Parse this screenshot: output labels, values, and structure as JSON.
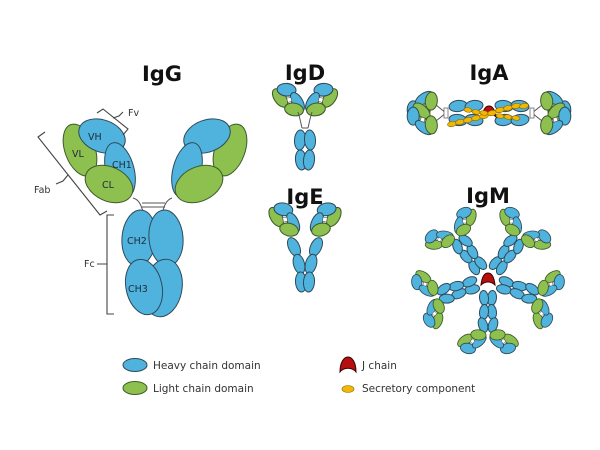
{
  "diagram": {
    "colors": {
      "heavy_chain": "#4fb3de",
      "light_chain": "#8dc04f",
      "j_chain": "#b50f0f",
      "secretory_component": "#f2b705"
    },
    "molecules": {
      "igg": {
        "title": "IgG",
        "domains": {
          "vh": "VH",
          "vl": "VL",
          "ch1": "CH1",
          "cl": "CL",
          "ch2": "CH2",
          "ch3": "CH3"
        },
        "brackets": {
          "fv": "Fv",
          "fab": "Fab",
          "fc": "Fc"
        }
      },
      "igd": {
        "title": "IgD"
      },
      "ige": {
        "title": "IgE"
      },
      "iga": {
        "title": "IgA"
      },
      "igm": {
        "title": "IgM"
      }
    },
    "legend": [
      {
        "symbol": "heavy-chain-swatch",
        "label": "Heavy chain domain"
      },
      {
        "symbol": "light-chain-swatch",
        "label": "Light chain domain"
      },
      {
        "symbol": "j-chain-swatch",
        "label": "J chain"
      },
      {
        "symbol": "secretory-component-swatch",
        "label": "Secretory component"
      }
    ]
  }
}
